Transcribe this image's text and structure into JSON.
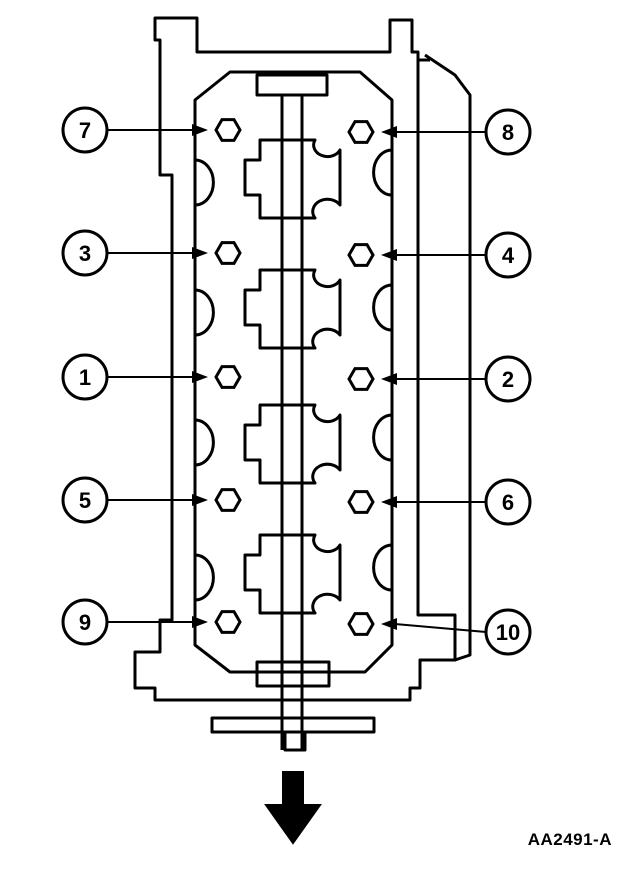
{
  "figure_id": "AA2491-A",
  "bolts": [
    {
      "label": "7"
    },
    {
      "label": "8"
    },
    {
      "label": "3"
    },
    {
      "label": "4"
    },
    {
      "label": "1"
    },
    {
      "label": "2"
    },
    {
      "label": "5"
    },
    {
      "label": "6"
    },
    {
      "label": "9"
    },
    {
      "label": "10"
    }
  ],
  "colors": {
    "line": "#000000",
    "background": "#ffffff"
  },
  "icons": {
    "direction_indicator": "down-arrow-icon",
    "bolt": "hexagon-bolt-icon"
  }
}
